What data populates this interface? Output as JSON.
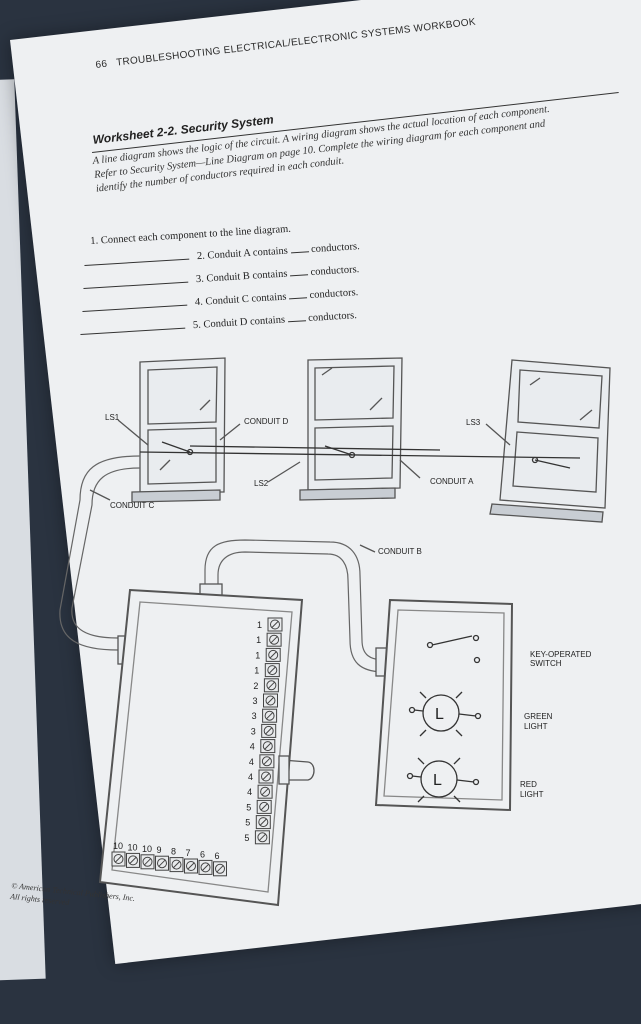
{
  "header": {
    "page_number": "66",
    "running_title": "TROUBLESHOOTING ELECTRICAL/ELECTRONIC SYSTEMS WORKBOOK"
  },
  "worksheet": {
    "title": "Worksheet 2-2. Security System",
    "intro_line1": "A line diagram shows the logic of the circuit. A wiring diagram shows the actual location of each component.",
    "intro_line2": "Refer to Security System—Line Diagram on page 10. Complete the wiring diagram for each component and",
    "intro_line3": "identify the number of conductors required in each conduit."
  },
  "questions": [
    {
      "number": "1.",
      "text": "Connect each component to the line diagram."
    },
    {
      "number": "2.",
      "text": "Conduit A contains",
      "suffix": "conductors."
    },
    {
      "number": "3.",
      "text": "Conduit B contains",
      "suffix": "conductors."
    },
    {
      "number": "4.",
      "text": "Conduit C contains",
      "suffix": "conductors."
    },
    {
      "number": "5.",
      "text": "Conduit D contains",
      "suffix": "conductors."
    }
  ],
  "diagram_labels": {
    "ls1": "LS1",
    "ls2": "LS2",
    "ls3": "LS3",
    "conduit_a": "CONDUIT A",
    "conduit_b": "CONDUIT B",
    "conduit_c": "CONDUIT C",
    "conduit_d": "CONDUIT D",
    "key_switch_1": "KEY-OPERATED",
    "key_switch_2": "SWITCH",
    "green_1": "GREEN",
    "green_2": "LIGHT",
    "red_1": "RED",
    "red_2": "LIGHT",
    "lamp_green": "L",
    "lamp_red": "L"
  },
  "terminals_vertical": [
    "1",
    "1",
    "1",
    "1",
    "2",
    "3",
    "3",
    "3",
    "4",
    "4",
    "4",
    "4",
    "5",
    "5",
    "5"
  ],
  "terminals_bottom": [
    "10",
    "10",
    "10",
    "9",
    "8",
    "7",
    "6",
    "6"
  ],
  "footer": {
    "line1": "© American Technical Publishers, Inc.",
    "line2": "All rights reserved"
  }
}
